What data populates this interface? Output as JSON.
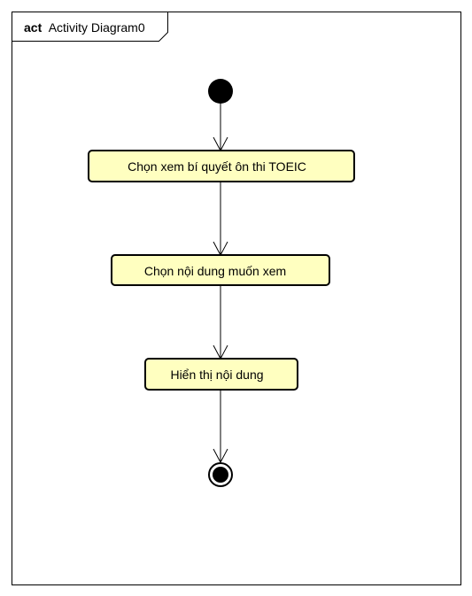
{
  "frame": {
    "keyword": "act",
    "name": "Activity Diagram0"
  },
  "actions": [
    {
      "label": "Chọn xem bí quyết ôn thi TOEIC"
    },
    {
      "label": "Chọn nội dung muốn xem"
    },
    {
      "label": "Hiển thị nội dung"
    }
  ],
  "colors": {
    "action_fill": "#ffffc0",
    "stroke": "#000000"
  }
}
